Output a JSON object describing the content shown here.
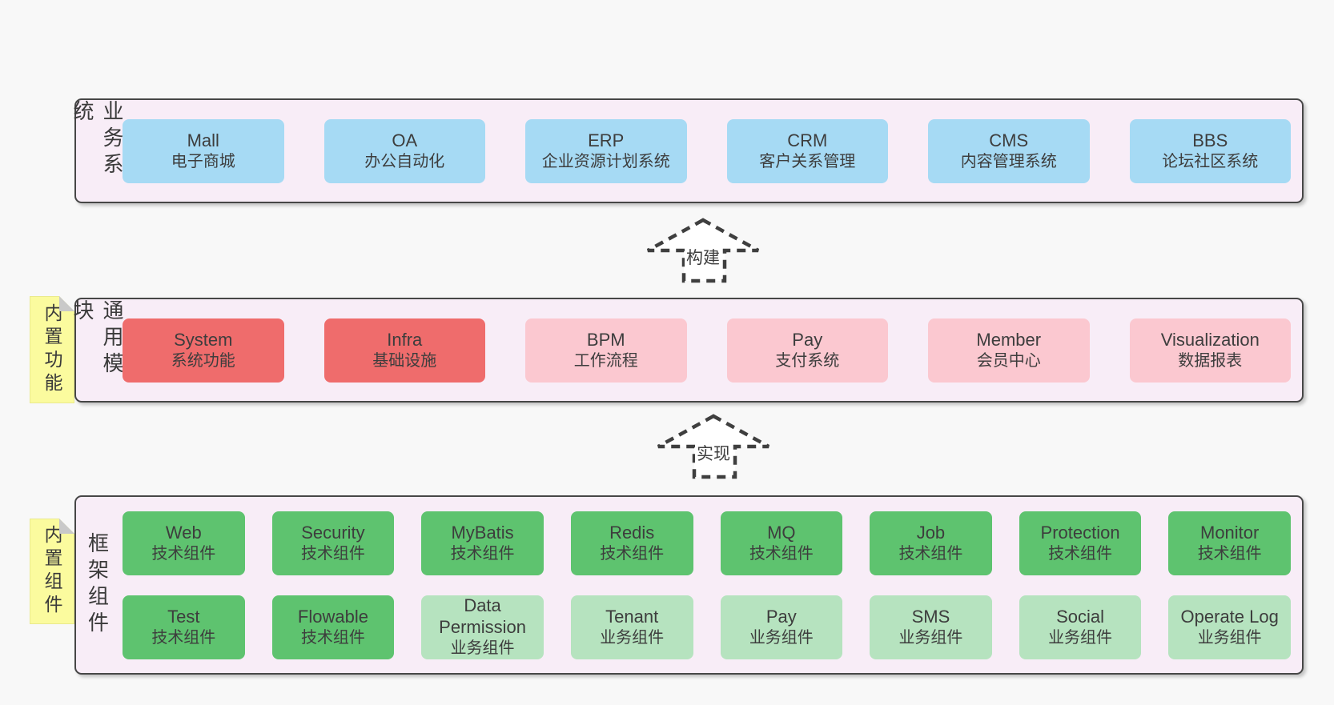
{
  "page": {
    "background": "#f8f8f8"
  },
  "colors": {
    "container_fill": "#f8edf7",
    "container_border": "#474747",
    "blue_box": "#a6daf4",
    "red_box": "#ef6c6c",
    "pink_box": "#fbc8d0",
    "green_box": "#5ec36f",
    "light_green_box": "#b6e3bf",
    "note_yellow": "#fbfb9e",
    "text": "#3d3d3d"
  },
  "arrows": [
    {
      "label": "构建"
    },
    {
      "label": "实现"
    }
  ],
  "sections": [
    {
      "label": "业务系统",
      "note": null,
      "rows": [
        [
          {
            "title": "Mall",
            "subtitle": "电子商城",
            "variant": "blue"
          },
          {
            "title": "OA",
            "subtitle": "办公自动化",
            "variant": "blue"
          },
          {
            "title": "ERP",
            "subtitle": "企业资源计划系统",
            "variant": "blue"
          },
          {
            "title": "CRM",
            "subtitle": "客户关系管理",
            "variant": "blue"
          },
          {
            "title": "CMS",
            "subtitle": "内容管理系统",
            "variant": "blue"
          },
          {
            "title": "BBS",
            "subtitle": "论坛社区系统",
            "variant": "blue"
          }
        ]
      ]
    },
    {
      "label": "通用模块",
      "note": "内置功能",
      "rows": [
        [
          {
            "title": "System",
            "subtitle": "系统功能",
            "variant": "red"
          },
          {
            "title": "Infra",
            "subtitle": "基础设施",
            "variant": "red"
          },
          {
            "title": "BPM",
            "subtitle": "工作流程",
            "variant": "pink"
          },
          {
            "title": "Pay",
            "subtitle": "支付系统",
            "variant": "pink"
          },
          {
            "title": "Member",
            "subtitle": "会员中心",
            "variant": "pink"
          },
          {
            "title": "Visualization",
            "subtitle": "数据报表",
            "variant": "pink"
          }
        ]
      ]
    },
    {
      "label": "框架组件",
      "note": "内置组件",
      "rows": [
        [
          {
            "title": "Web",
            "subtitle": "技术组件",
            "variant": "green"
          },
          {
            "title": "Security",
            "subtitle": "技术组件",
            "variant": "green"
          },
          {
            "title": "MyBatis",
            "subtitle": "技术组件",
            "variant": "green"
          },
          {
            "title": "Redis",
            "subtitle": "技术组件",
            "variant": "green"
          },
          {
            "title": "MQ",
            "subtitle": "技术组件",
            "variant": "green"
          },
          {
            "title": "Job",
            "subtitle": "技术组件",
            "variant": "green"
          },
          {
            "title": "Protection",
            "subtitle": "技术组件",
            "variant": "green"
          },
          {
            "title": "Monitor",
            "subtitle": "技术组件",
            "variant": "green"
          }
        ],
        [
          {
            "title": "Test",
            "subtitle": "技术组件",
            "variant": "green"
          },
          {
            "title": "Flowable",
            "subtitle": "技术组件",
            "variant": "green"
          },
          {
            "title": "Data Permission",
            "subtitle": "业务组件",
            "variant": "green-light"
          },
          {
            "title": "Tenant",
            "subtitle": "业务组件",
            "variant": "green-light"
          },
          {
            "title": "Pay",
            "subtitle": "业务组件",
            "variant": "green-light"
          },
          {
            "title": "SMS",
            "subtitle": "业务组件",
            "variant": "green-light"
          },
          {
            "title": "Social",
            "subtitle": "业务组件",
            "variant": "green-light"
          },
          {
            "title": "Operate Log",
            "subtitle": "业务组件",
            "variant": "green-light"
          }
        ]
      ]
    }
  ]
}
